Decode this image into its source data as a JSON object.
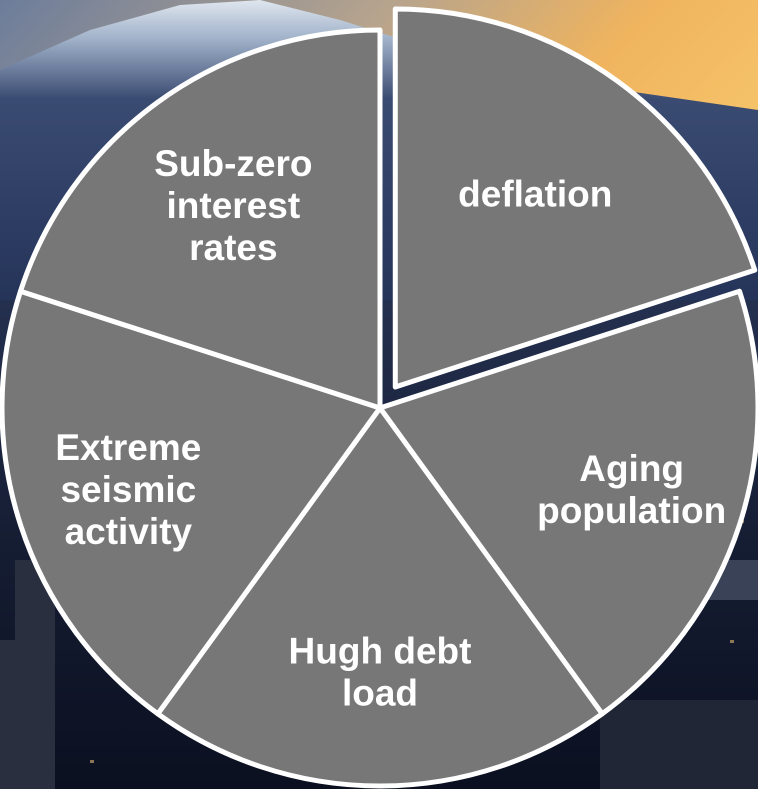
{
  "chart_data": {
    "type": "pie",
    "title": "",
    "slices": [
      {
        "label": "deflation",
        "value": 20,
        "exploded": true
      },
      {
        "label": "Aging population",
        "value": 20,
        "exploded": false
      },
      {
        "label": "Hugh debt load",
        "value": 20,
        "exploded": false
      },
      {
        "label": "Extreme seismic activity",
        "value": 20,
        "exploded": false
      },
      {
        "label": "Sub-zero interest rates",
        "value": 20,
        "exploded": false
      }
    ],
    "slice_color": "#777777",
    "border_color": "#ffffff",
    "legend": "none"
  },
  "background": {
    "description_color_sky": "#e0a060",
    "description_color_mountain": "#2e3d63",
    "description_color_city": "#0e1526"
  }
}
